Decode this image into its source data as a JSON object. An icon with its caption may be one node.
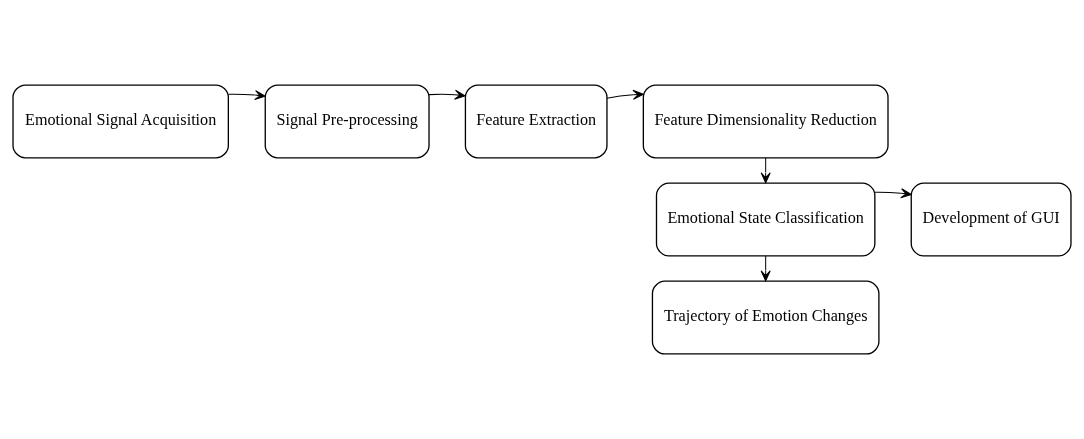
{
  "diagram": {
    "nodes": [
      {
        "text": [
          "Emotional Signal Acquisition"
        ]
      },
      {
        "text": [
          "Signal Pre-processing"
        ]
      },
      {
        "text": [
          "Feature Extraction"
        ]
      },
      {
        "text": [
          "Feature Dimensionality Reduction"
        ]
      },
      {
        "text": [
          "Development of GUI"
        ]
      },
      {
        "text": [
          "Emotional State Classification"
        ]
      },
      {
        "text": [
          "Trajectory of Emotion Changes"
        ]
      }
    ],
    "edges": [
      {
        "from": 0,
        "to": 1,
        "arrow": "to"
      },
      {
        "from": 1,
        "to": 2,
        "arrow": "to"
      },
      {
        "from": 2,
        "to": 3,
        "arrow": "to"
      },
      {
        "from": 3,
        "to": 5,
        "arrow": "to"
      },
      {
        "from": 5,
        "to": 4,
        "arrow": "to"
      },
      {
        "from": 5,
        "to": 6,
        "arrow": "to"
      }
    ]
  }
}
